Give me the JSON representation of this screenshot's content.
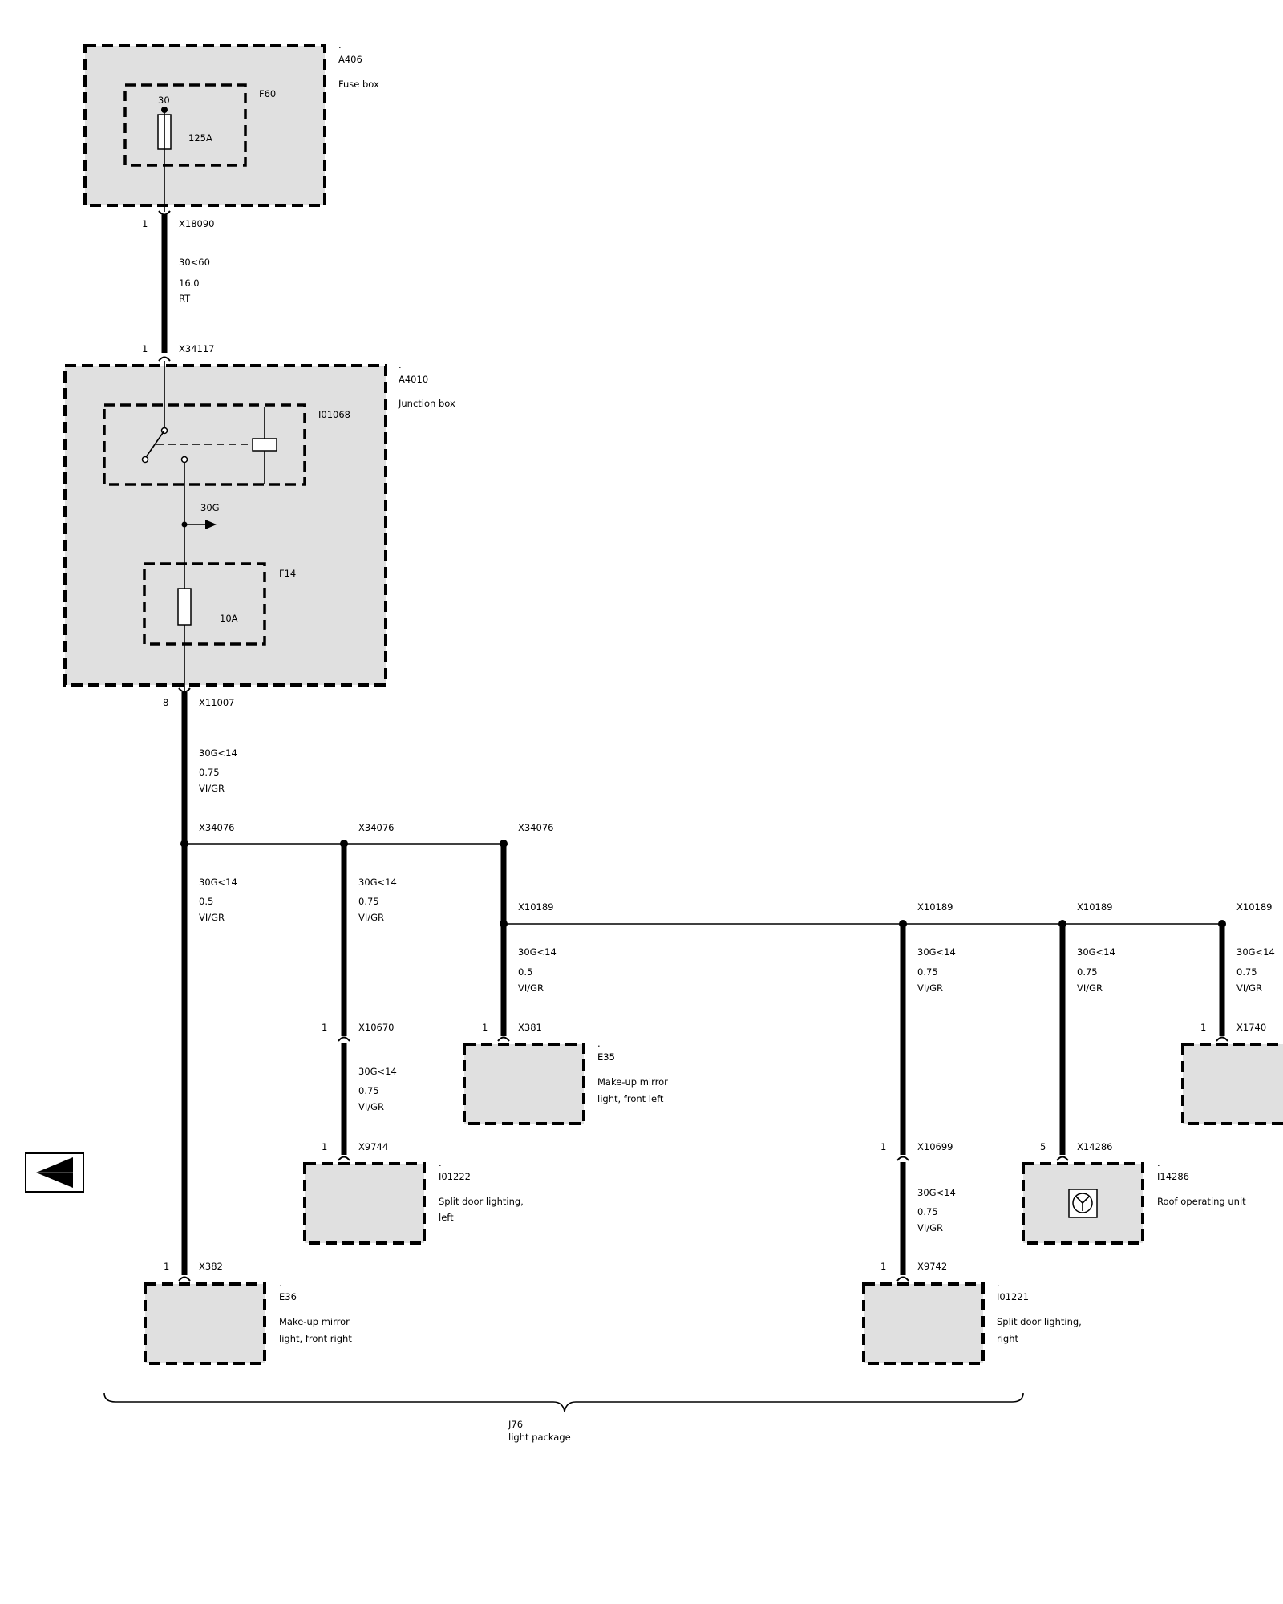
{
  "components": {
    "a406": {
      "id": "A406",
      "name": "Fuse box"
    },
    "f60": {
      "id": "F60",
      "pin": "30",
      "rating": "125A"
    },
    "a4010": {
      "id": "A4010",
      "name": "Junction box"
    },
    "i01068": {
      "id": "I01068"
    },
    "f14": {
      "id": "F14",
      "rating": "10A"
    },
    "term_30g": "30G",
    "e36": {
      "id": "E36",
      "name_line1": "Make-up mirror",
      "name_line2": "light, front right"
    },
    "e35": {
      "id": "E35",
      "name_line1": "Make-up mirror",
      "name_line2": "light, front left"
    },
    "i01222": {
      "id": "I01222",
      "name_line1": "Split door lighting,",
      "name_line2": "left"
    },
    "i01221": {
      "id": "I01221",
      "name_line1": "Split door lighting,",
      "name_line2": "right"
    },
    "i14286": {
      "id": "I14286",
      "name": "Roof operating unit"
    }
  },
  "connectors": {
    "x18090": {
      "pin": "1",
      "id": "X18090"
    },
    "x34117": {
      "pin": "1",
      "id": "X34117"
    },
    "x11007": {
      "pin": "8",
      "id": "X11007"
    },
    "x34076": "X34076",
    "x10189": "X10189",
    "x10670": {
      "pin": "1",
      "id": "X10670"
    },
    "x381": {
      "pin": "1",
      "id": "X381"
    },
    "x1740": {
      "pin": "1",
      "id": "X1740"
    },
    "x9744": {
      "pin": "1",
      "id": "X9744"
    },
    "x10699": {
      "pin": "1",
      "id": "X10699"
    },
    "x14286": {
      "pin": "5",
      "id": "X14286"
    },
    "x382": {
      "pin": "1",
      "id": "X382"
    },
    "x9742": {
      "pin": "1",
      "id": "X9742"
    }
  },
  "wires": {
    "w_main": {
      "circuit": "30<60",
      "size": "16.0",
      "color": "RT"
    },
    "w_x11007": {
      "circuit": "30G<14",
      "size": "0.75",
      "color": "VI/GR"
    },
    "w_e36": {
      "circuit": "30G<14",
      "size": "0.5",
      "color": "VI/GR"
    },
    "w_i01222_a": {
      "circuit": "30G<14",
      "size": "0.75",
      "color": "VI/GR"
    },
    "w_i01222_b": {
      "circuit": "30G<14",
      "size": "0.75",
      "color": "VI/GR"
    },
    "w_e35": {
      "circuit": "30G<14",
      "size": "0.5",
      "color": "VI/GR"
    },
    "w_i01221_a": {
      "circuit": "30G<14",
      "size": "0.75",
      "color": "VI/GR"
    },
    "w_i01221_b": {
      "circuit": "30G<14",
      "size": "0.75",
      "color": "VI/GR"
    },
    "w_i14286": {
      "circuit": "30G<14",
      "size": "0.75",
      "color": "VI/GR"
    },
    "w_x1740": {
      "circuit": "30G<14",
      "size": "0.75",
      "color": "VI/GR"
    }
  },
  "group": {
    "id": "J76",
    "name": "light package"
  },
  "nav": {
    "back_icon": "back-triangle-icon"
  }
}
